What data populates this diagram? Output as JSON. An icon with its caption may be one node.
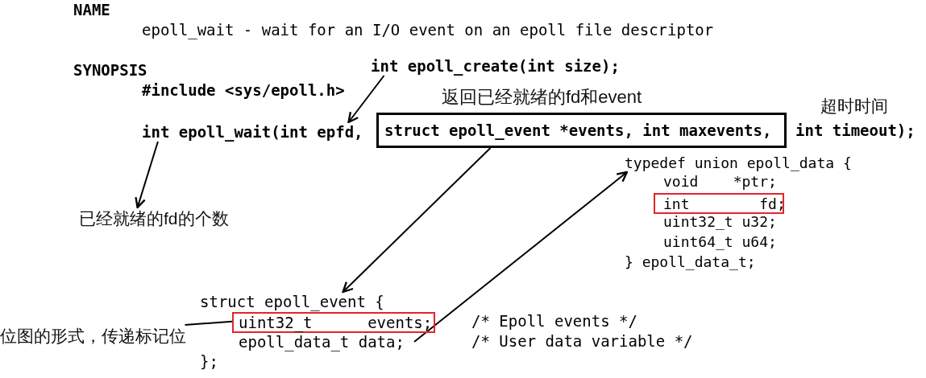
{
  "diagram": {
    "nodes": [
      {
        "text": [
          "int epoll_create(int size);"
        ]
      },
      {
        "text": [
          "int epoll_wait(int epfd,"
        ]
      },
      {
        "text": [
          "struct epoll_event *events, int maxevents,"
        ],
        "beside": [
          "返回已经就绪的fd和event"
        ]
      },
      {
        "text": [
          "已经就绪的fd的个数"
        ]
      },
      {
        "text": [
          "typedef union epoll_data {"
        ]
      },
      {
        "text": [
          "int        fd;"
        ]
      },
      {
        "text": [
          "struct epoll_event {"
        ]
      },
      {
        "text": [
          "uint32_t      events;"
        ]
      },
      {
        "text": [
          "位图的形式，传递标记位"
        ]
      },
      {
        "text": [
          "epoll_data_t data;"
        ]
      }
    ],
    "edges": [
      {
        "from": 0,
        "to": 1,
        "arrow": "to"
      },
      {
        "from": 1,
        "to": 3,
        "arrow": "to"
      },
      {
        "from": 2,
        "to": 6,
        "arrow": "to"
      },
      {
        "from": 9,
        "to": 4,
        "arrow": "to"
      },
      {
        "from": 8,
        "to": 7,
        "arrow": "none"
      }
    ],
    "labels": [
      "NAME",
      "epoll_wait - wait for an I/O event on an epoll file descriptor",
      "SYNOPSIS",
      "#include <sys/epoll.h>",
      "超时时间",
      "int timeout);",
      "void    *ptr;",
      "uint32_t u32;",
      "uint64_t u64;",
      "} epoll_data_t;",
      "/* Epoll events */",
      "/* User data variable */",
      "};"
    ]
  }
}
